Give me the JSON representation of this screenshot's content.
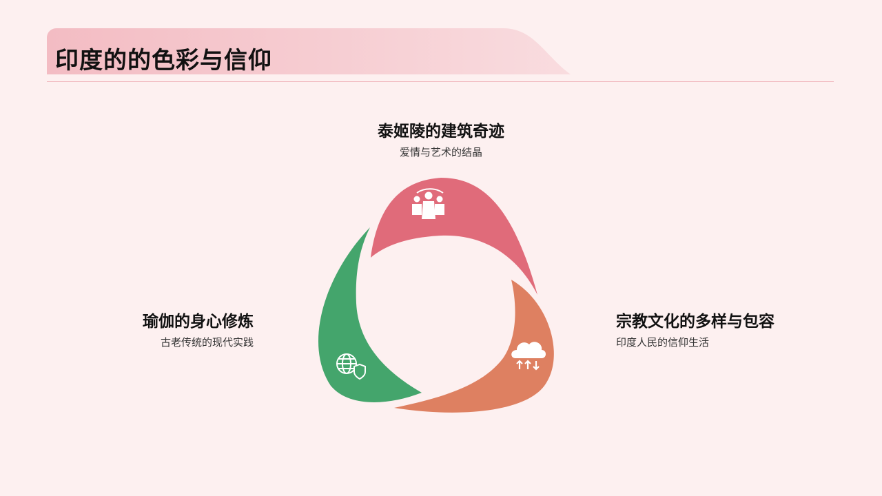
{
  "page": {
    "title": "印度的的色彩与信仰"
  },
  "colors": {
    "background": "#fdf0f0",
    "title_band": "#f5c6cb",
    "segment_top": "#e06b7a",
    "segment_right": "#de8061",
    "segment_left": "#44a56c"
  },
  "items": [
    {
      "title": "泰姬陵的建筑奇迹",
      "subtitle": "爱情与艺术的结晶",
      "icon": "people-group-icon"
    },
    {
      "title": "宗教文化的多样与包容",
      "subtitle": "印度人民的信仰生活",
      "icon": "cloud-transfer-icon"
    },
    {
      "title": "瑜伽的身心修炼",
      "subtitle": "古老传统的现代实践",
      "icon": "globe-shield-icon"
    }
  ]
}
